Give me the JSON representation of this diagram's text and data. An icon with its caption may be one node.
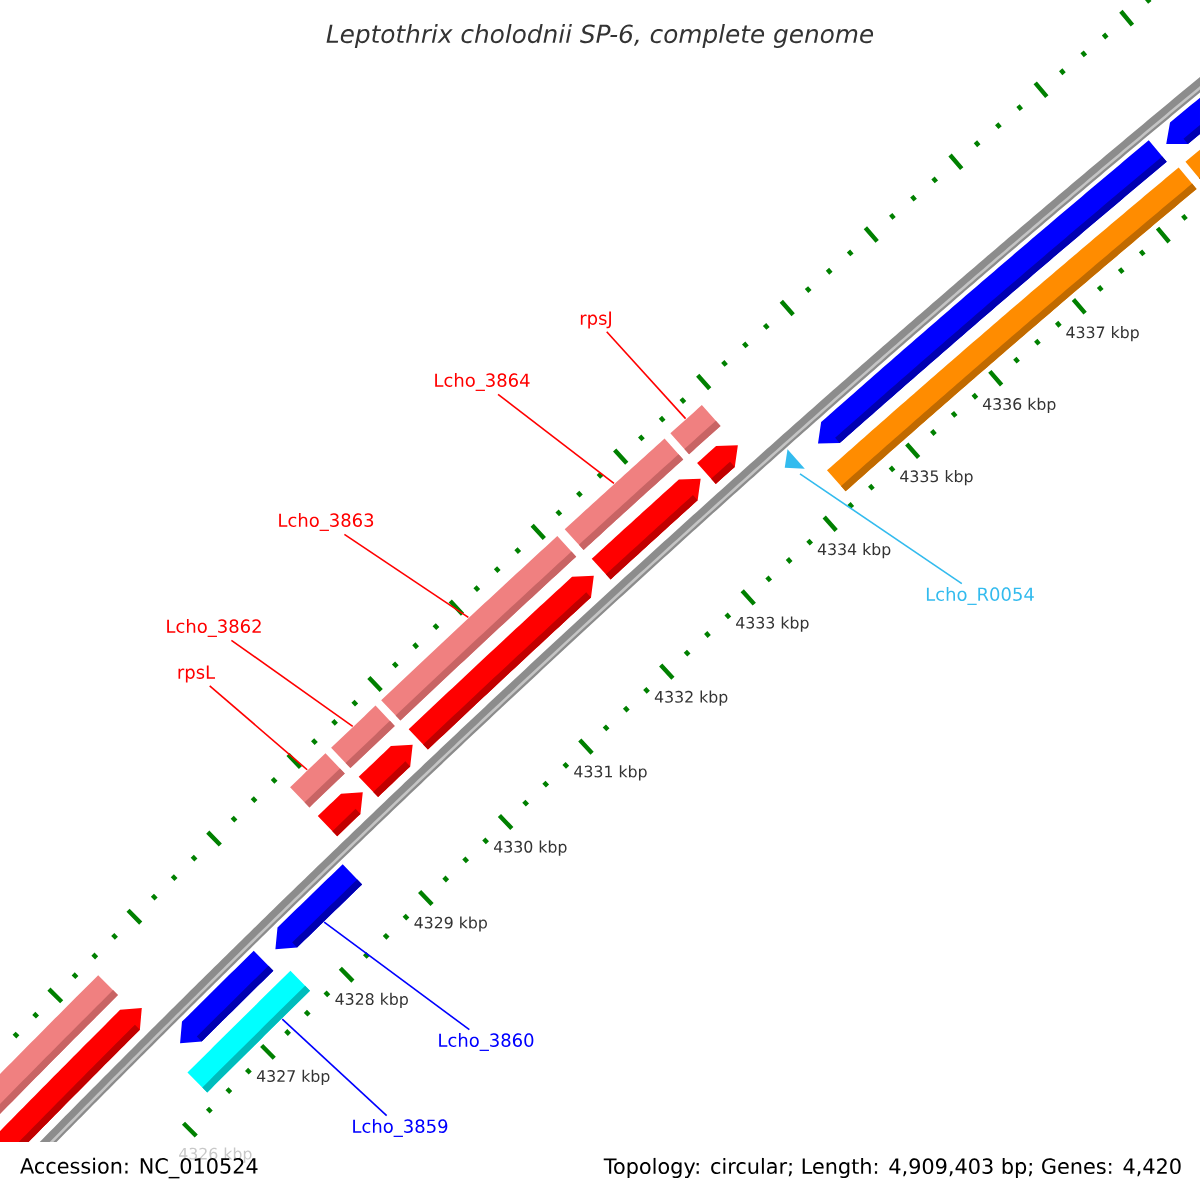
{
  "diagram": {
    "title": "Leptothrix cholodnii SP-6, complete genome",
    "nodes": [
      {
        "text": [
          "rpsJ"
        ]
      },
      {
        "text": [
          "Lcho_3864"
        ]
      },
      {
        "text": [
          "Lcho_3863"
        ]
      },
      {
        "text": [
          "Lcho_3862"
        ]
      },
      {
        "text": [
          "rpsL"
        ]
      },
      {
        "text": [
          "Lcho_R0054"
        ]
      },
      {
        "text": [
          "Lcho_3860"
        ]
      },
      {
        "text": [
          "Lcho_3859"
        ]
      },
      {
        "text": [],
        "shape": "bar"
      },
      {
        "text": [],
        "shape": "triangle"
      },
      {
        "text": [],
        "shape": "bar"
      },
      {
        "text": [],
        "shape": "bar"
      },
      {
        "text": [],
        "shape": "bar"
      },
      {
        "text": [],
        "shape": "bar"
      },
      {
        "text": [],
        "shape": "bar"
      },
      {
        "text": [],
        "shape": "bar"
      }
    ],
    "edges": [
      {
        "from": 0,
        "to": 8,
        "arrow": "none"
      },
      {
        "from": 1,
        "to": 10,
        "arrow": "none"
      },
      {
        "from": 2,
        "to": 11,
        "arrow": "none"
      },
      {
        "from": 3,
        "to": 12,
        "arrow": "none"
      },
      {
        "from": 4,
        "to": 13,
        "arrow": "none"
      },
      {
        "from": 5,
        "to": 9,
        "arrow": "none",
        "color": "#33bbee"
      },
      {
        "from": 6,
        "to": 14,
        "arrow": "none",
        "color": "#0000ff"
      },
      {
        "from": 7,
        "to": 15,
        "arrow": "none",
        "color": "#0000ff"
      }
    ],
    "labels": [
      "4337 kbp",
      "4336 kbp",
      "4335 kbp",
      "4334 kbp",
      "4333 kbp",
      "4332 kbp",
      "4331 kbp",
      "4330 kbp",
      "4329 kbp",
      "4328 kbp",
      "4327 kbp",
      "4326 kbp",
      "Accession: NC_010524",
      "Topology: circular; Length: 4,909,403 bp; Genes: 4,420"
    ]
  }
}
